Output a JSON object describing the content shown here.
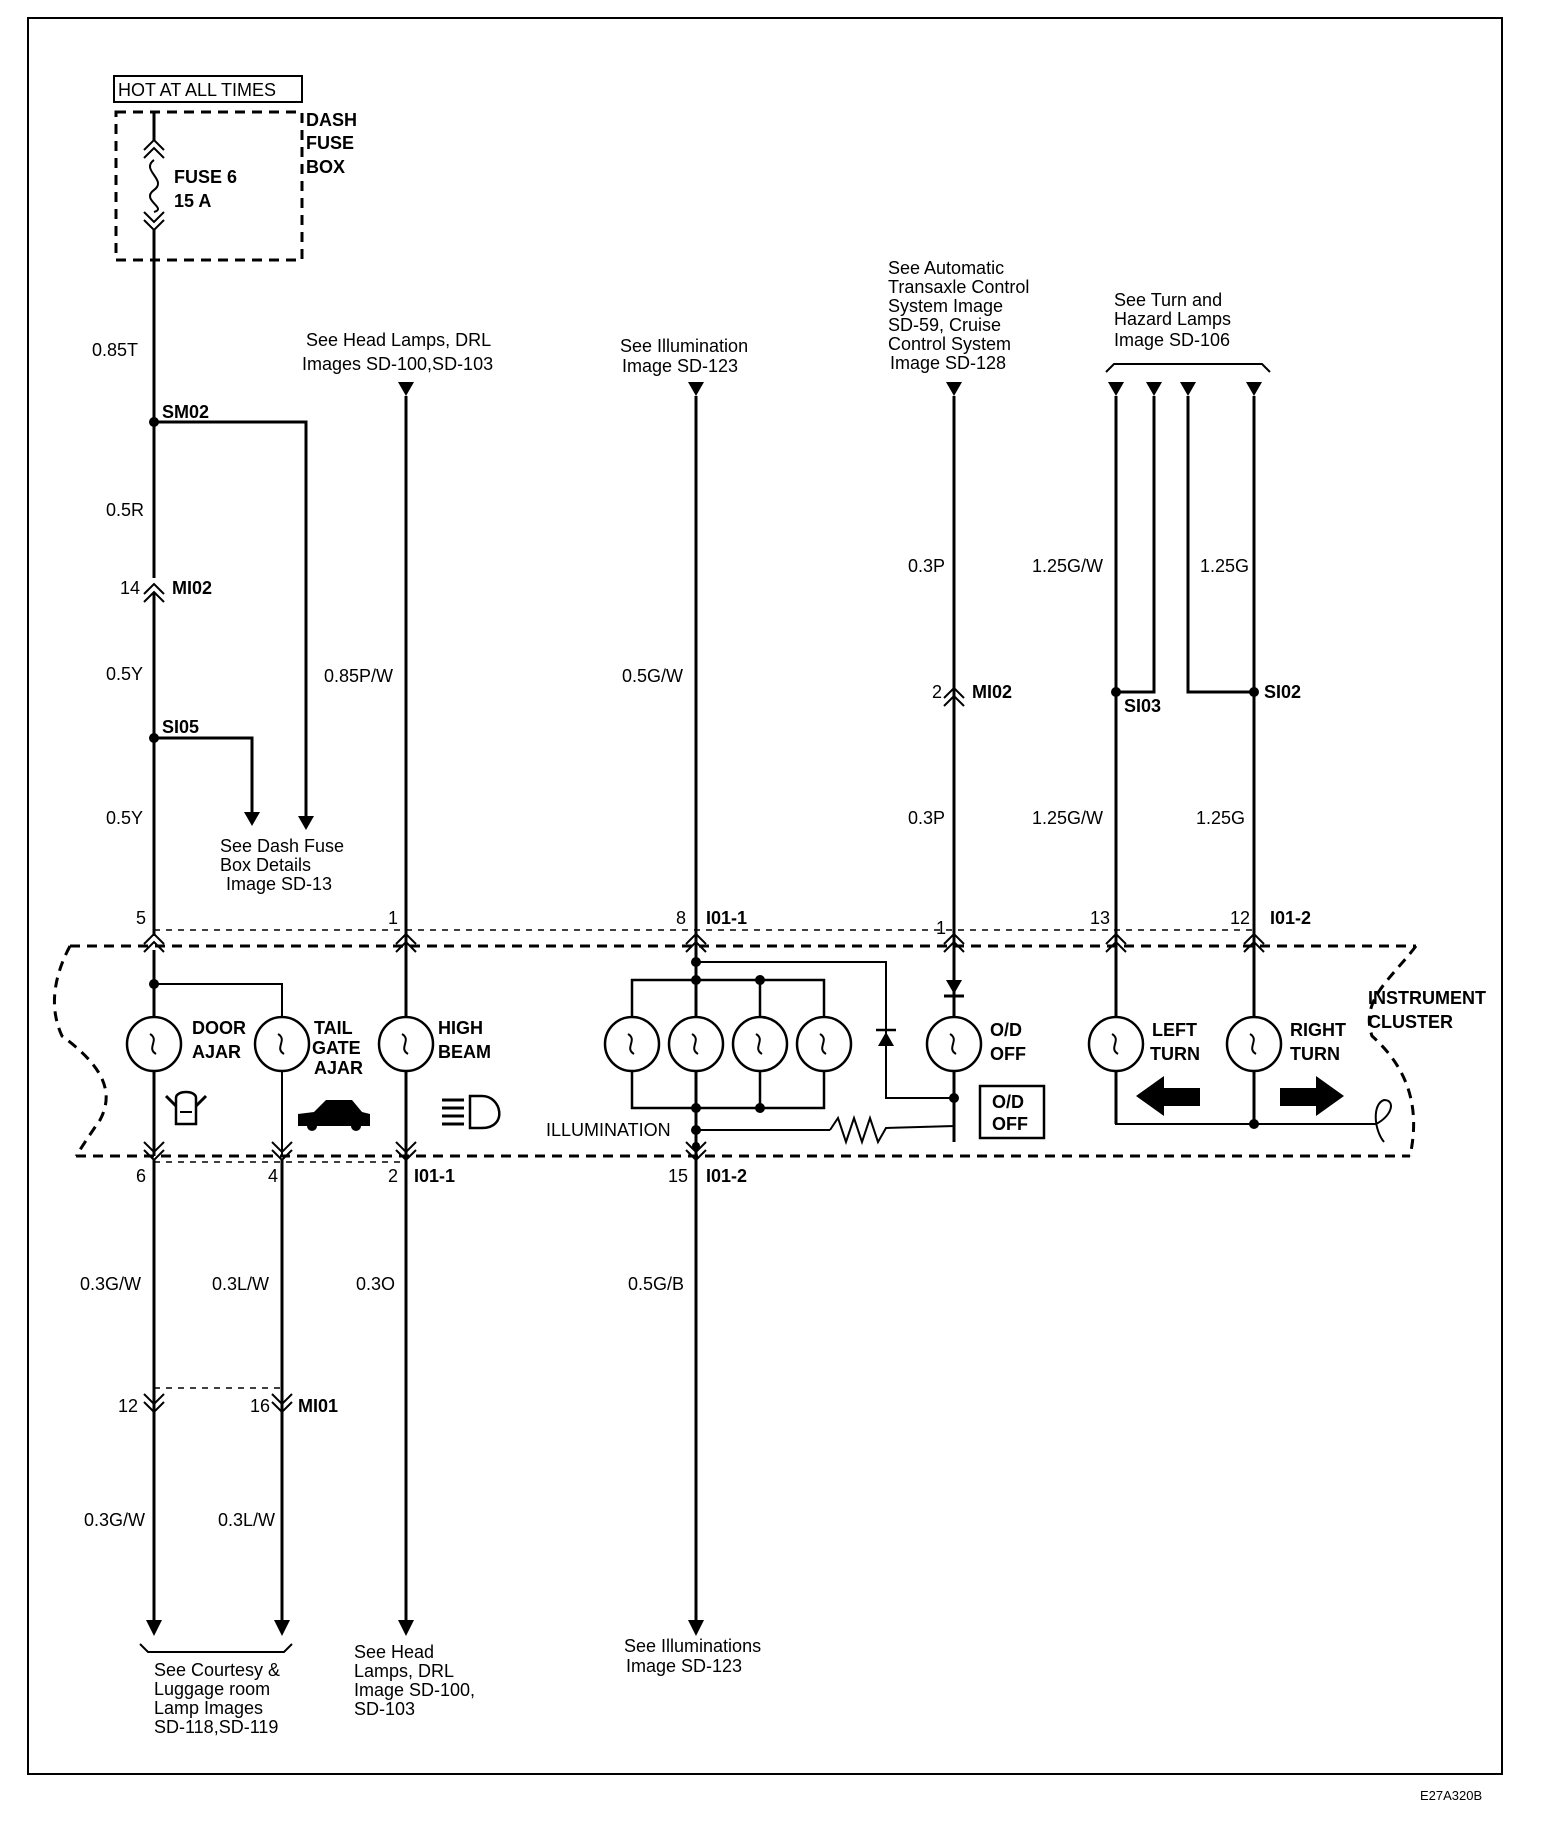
{
  "diagram": {
    "hot_label": "HOT AT ALL TIMES",
    "fuse_box": [
      "DASH",
      "FUSE",
      "BOX"
    ],
    "fuse": [
      "FUSE 6",
      "15 A"
    ],
    "figure_code": "E27A320B",
    "wire_labels": {
      "w_085T": "0.85T",
      "w_05R": "0.5R",
      "w_05Y_a": "0.5Y",
      "w_05Y_b": "0.5Y",
      "w_085PW": "0.85P/W",
      "w_05GW": "0.5G/W",
      "w_03P_a": "0.3P",
      "w_03P_b": "0.3P",
      "w_125GW_a": "1.25G/W",
      "w_125GW_b": "1.25G/W",
      "w_125G_a": "1.25G",
      "w_125G_b": "1.25G",
      "w_03GW_a": "0.3G/W",
      "w_03LW_a": "0.3L/W",
      "w_03O": "0.3O",
      "w_05GB": "0.5G/B",
      "w_03GW_b": "0.3G/W",
      "w_03LW_b": "0.3L/W"
    },
    "splices": {
      "sm02": "SM02",
      "si05": "SI05",
      "si03": "SI03",
      "si02": "SI02"
    },
    "connectors": {
      "mi02_a": "MI02",
      "mi02_b": "MI02",
      "mi01": "MI01",
      "i01_1_top": "I01-1",
      "i01_2_top": "I01-2",
      "i01_1_bot": "I01-1",
      "i01_2_bot": "I01-2"
    },
    "pins": {
      "p14": "14",
      "p5": "5",
      "p1a": "1",
      "p8": "8",
      "p2": "2",
      "p1b": "1",
      "p13": "13",
      "p12a": "12",
      "p6": "6",
      "p4": "4",
      "p2b": "2",
      "p15": "15",
      "p12b": "12",
      "p16": "16"
    },
    "cluster_label": [
      "INSTRUMENT",
      "CLUSTER"
    ],
    "illumination_label": "ILLUMINATION",
    "lamps": {
      "door": [
        "DOOR",
        "AJAR"
      ],
      "tailgate": [
        "TAIL",
        "GATE",
        "AJAR"
      ],
      "highbeam": [
        "HIGH",
        "BEAM"
      ],
      "od": [
        "O/D",
        "OFF"
      ],
      "left": [
        "LEFT",
        "TURN"
      ],
      "right": [
        "RIGHT",
        "TURN"
      ]
    },
    "od_indicator": [
      "O/D",
      "OFF"
    ],
    "refs": {
      "head_top": [
        "See Head Lamps, DRL",
        "Images  SD-100,SD-103"
      ],
      "illum_top": [
        "See Illumination",
        "Image  SD-123"
      ],
      "ats_top": [
        "See Automatic",
        "Transaxle Control",
        "System  Image",
        "SD-59, Cruise",
        "Control System",
        "Image  SD-128"
      ],
      "turn_top": [
        "See Turn and",
        "Hazard Lamps",
        "Image   SD-106"
      ],
      "dashfuse": [
        "See Dash Fuse",
        "Box Details",
        "Image   SD-13"
      ],
      "courtesy": [
        "See Courtesy &",
        "Luggage room",
        "Lamp Images",
        "SD-118,SD-119"
      ],
      "head_bot": [
        "See Head",
        "Lamps, DRL",
        "Image   SD-100,",
        "SD-103"
      ],
      "illum_bot": [
        "See Illuminations",
        "Image  SD-123"
      ]
    },
    "icons": [
      "door-ajar-car-icon",
      "tailgate-car-icon",
      "high-beam-icon",
      "left-arrow-icon",
      "right-arrow-icon"
    ]
  }
}
